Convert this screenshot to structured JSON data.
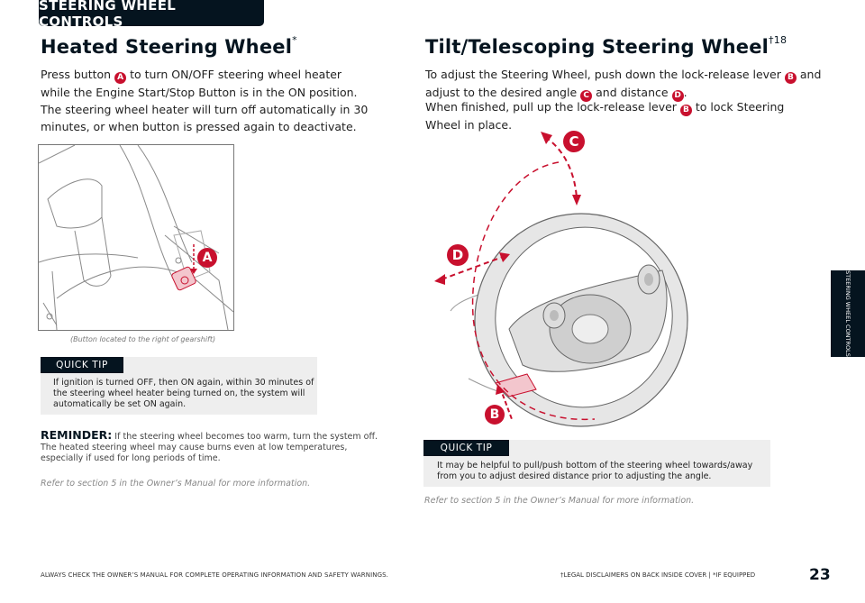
{
  "header": {
    "section_title": "STEERING WHEEL CONTROLS"
  },
  "side_tab": {
    "label": "STEERING WHEEL CONTROLS"
  },
  "heated": {
    "title": "Heated Steering Wheel",
    "title_mark": "*",
    "para_1": "Press button",
    "badge": "A",
    "para_2": "to turn ON/OFF steering wheel heater while the Engine Start/Stop Button is in the ON position. The steering wheel heater will turn off automatically in 30 minutes, or when button is pressed again to deactivate.",
    "image_callout": "A",
    "caption": "(Button located to the right of gearshift)",
    "tip_label": "QUICK TIP",
    "tip_text": "If ignition is turned OFF, then ON again, within 30 minutes of the steering wheel heater being turned on, the system will automatically be set ON again.",
    "reminder_label": "REMINDER:",
    "reminder_text": "If the steering wheel becomes too warm, turn the system off. The heated steering wheel may cause burns even at low temperatures, especially if used for long periods of time.",
    "refer": "Refer to section 5 in the Owner’s Manual for more information."
  },
  "tilt": {
    "title": "Tilt/Telescoping Steering Wheel",
    "title_mark": "†18",
    "p1_a": "To adjust the Steering Wheel, push down the lock-release lever",
    "badge_b": "B",
    "p1_b": "and adjust to the desired angle",
    "badge_c": "C",
    "p1_c": "and distance",
    "badge_d": "D",
    "p2_a": "When finished, pull up the lock-release lever",
    "p2_b": "to lock Steering Wheel in place.",
    "callouts": {
      "c": "C",
      "d": "D",
      "b": "B"
    },
    "tip_label": "QUICK TIP",
    "tip_text": "It may be helpful to pull/push bottom of the steering wheel towards/away from you to adjust desired distance prior to adjusting the angle.",
    "refer": "Refer to section 5 in the Owner’s Manual for more information."
  },
  "footer": {
    "left": "ALWAYS CHECK THE OWNER’S MANUAL FOR COMPLETE OPERATING INFORMATION AND SAFETY WARNINGS.",
    "right": "†LEGAL DISCLAIMERS ON BACK INSIDE COVER | *IF EQUIPPED",
    "page": "23"
  },
  "colors": {
    "accent": "#c8102e",
    "navy": "#05141f",
    "tip_bg": "#eeeeee"
  }
}
